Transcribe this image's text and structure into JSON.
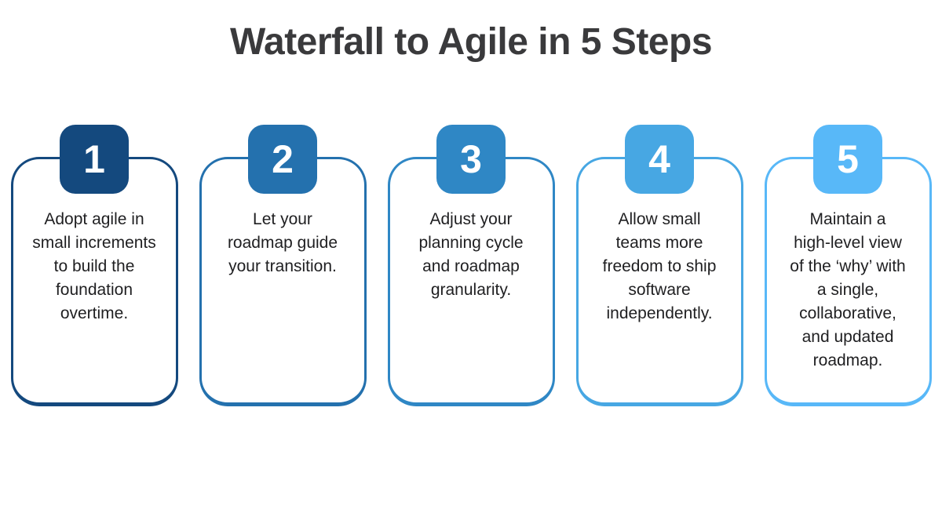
{
  "title": "Waterfall to Agile in 5 Steps",
  "colors": {
    "background": "#ffffff",
    "title_text": "#3a3a3c",
    "body_text": "#1f1f21",
    "badge_number_text": "#ffffff",
    "step_accents": [
      "#14497e",
      "#2471ae",
      "#2f87c5",
      "#47a7e3",
      "#58b8f8"
    ]
  },
  "steps": [
    {
      "number": "1",
      "color": "#14497e",
      "lines": [
        "Adopt agile in",
        "small increments",
        "to build the",
        "foundation",
        "overtime."
      ]
    },
    {
      "number": "2",
      "color": "#2471ae",
      "lines": [
        "Let your",
        "roadmap guide",
        "your transition."
      ]
    },
    {
      "number": "3",
      "color": "#2f87c5",
      "lines": [
        "Adjust your",
        "planning cycle",
        "and roadmap",
        "granularity."
      ]
    },
    {
      "number": "4",
      "color": "#47a7e3",
      "lines": [
        "Allow small",
        "teams more",
        "freedom to ship",
        "software",
        "independently."
      ]
    },
    {
      "number": "5",
      "color": "#58b8f8",
      "lines": [
        "Maintain a",
        "high-level view",
        "of the ‘why’ with",
        "a single,",
        "collaborative,",
        "and updated",
        "roadmap."
      ]
    }
  ]
}
